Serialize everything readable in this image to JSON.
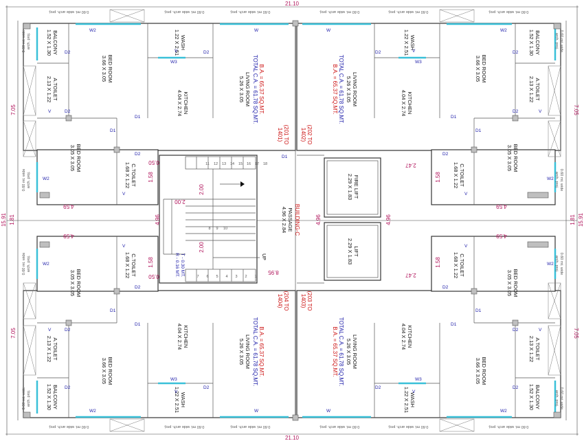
{
  "labels": {
    "top_width": "21.10",
    "bottom_width": "21.10",
    "left_half": "7.05",
    "right_half": "7.05",
    "total_height": "15.91",
    "mid_gap": "1.81",
    "w_459": "4.59",
    "w_496": "4.96",
    "d_158": "1.58",
    "d_050": "0.50",
    "d_200": "2.00",
    "d_247": "2.47",
    "d_895": "8.95",
    "balcony": "BALCONY",
    "balcony_dim": "1.52 X 1.30",
    "a_toilet": "A.TOILET",
    "a_toilet_dim": "2.13 X 1.22",
    "bed_room": "BED ROOM",
    "bed_room_dim_a": "3.66 X 3.05",
    "bed_room_dim_b": "3.05 X 3.05",
    "c_toilet": "C.TOILET",
    "c_toilet_dim": "1.68 X 1.22",
    "wash": "WASH",
    "wash_dim": "1.22 X 2.51",
    "kitchen": "KITCHEN",
    "kitchen_dim": "4.04 X 2.74",
    "living_room": "LIVING ROOM",
    "living_room_dim": "5.26 X 3.05",
    "ba": "B.A. = 65.37 SQ.MT.",
    "total_ca": "TOTAL C.A. = 61.78 SQ.MT.",
    "building": "BUILDING-C",
    "passage": "PASSAGE",
    "passage_dim": "4.96 X 2.84",
    "fire_lift": "FIRE LIFT",
    "fire_lift_dim": "2.29 X 1.83",
    "lift": "LIFT",
    "lift_dim": "2.29 X 1.83",
    "up": "UP",
    "tread": "T - 0.30 MT.",
    "riser": "R - 0.16 MT.",
    "arch_a": "0.60 mt. wide",
    "arch_b": "arch. proj.",
    "arch_line": "0.60 mt. wide arch. proj.",
    "flat_201": "(201 TO",
    "flat_201b": "1401)",
    "flat_202": "(202 TO",
    "flat_202b": "1402)",
    "flat_204": "(204 TO",
    "flat_204b": "1404)",
    "flat_203": "(203 TO",
    "flat_203b": "1403)",
    "d1": "D1",
    "d2": "D2",
    "w": "W",
    "w2": "W2",
    "w3": "W3",
    "v": "V",
    "steps": [
      "1",
      "2",
      "3",
      "4",
      "5",
      "6",
      "7",
      "8",
      "9",
      "10",
      "11",
      "12",
      "13",
      "14",
      "15",
      "16",
      "17",
      "18"
    ]
  }
}
